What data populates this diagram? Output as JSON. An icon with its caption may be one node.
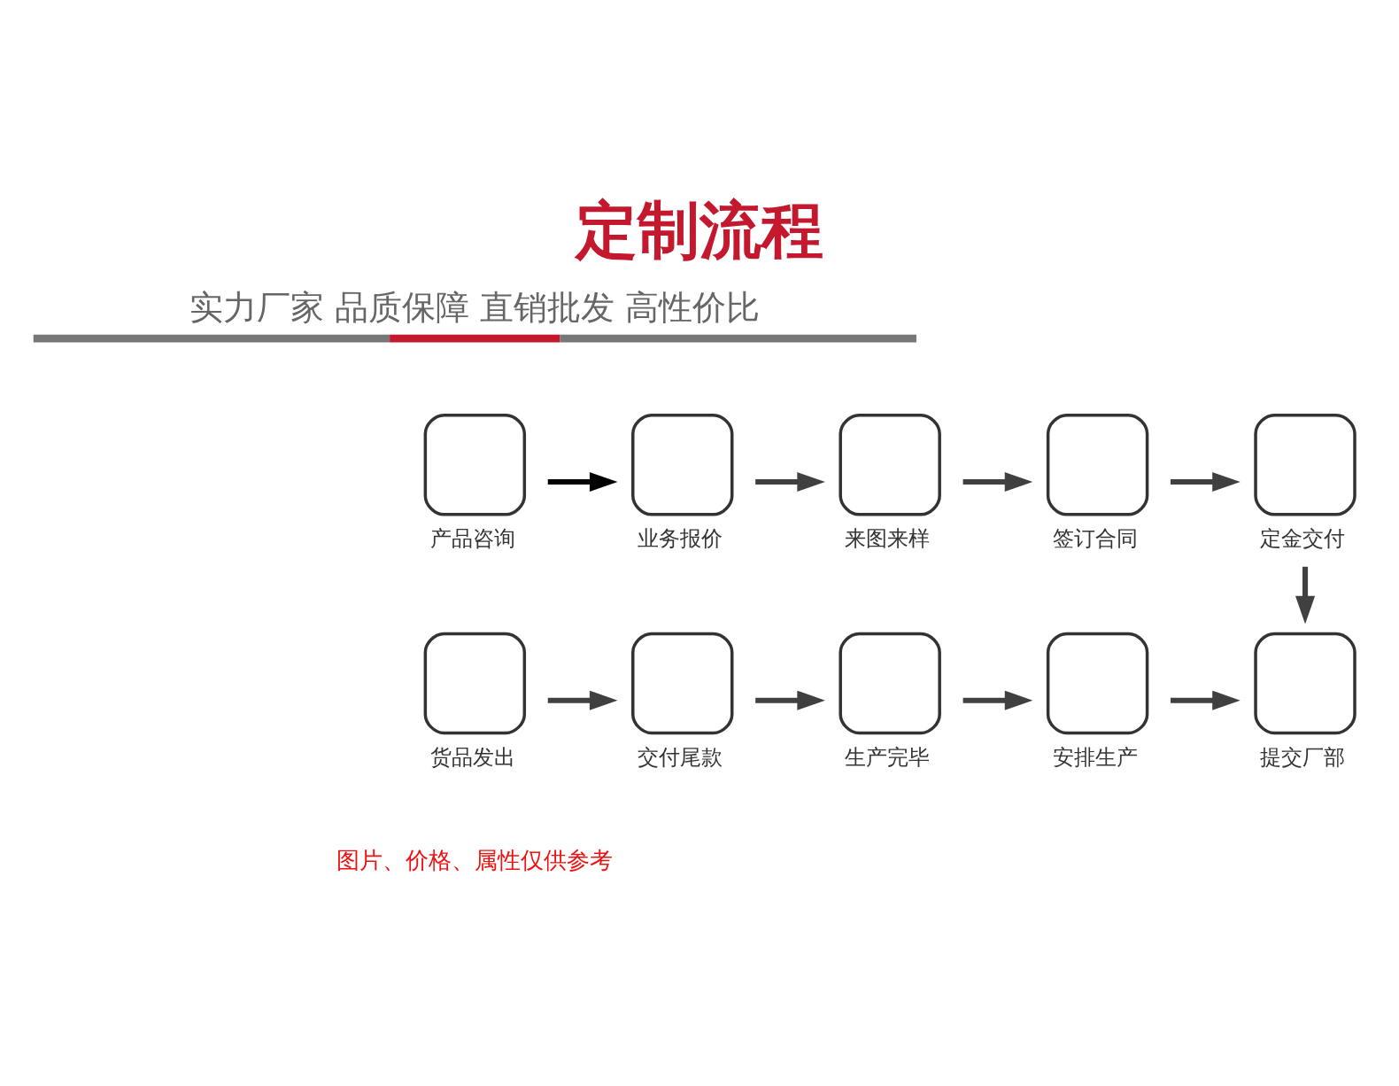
{
  "diagram": {
    "title": "定制流程",
    "nodes": [
      {
        "text": [
          "产品咨询"
        ]
      },
      {
        "text": [
          "业务报价"
        ]
      },
      {
        "text": [
          "来图来样"
        ]
      },
      {
        "text": [
          "签订合同"
        ]
      },
      {
        "text": [
          "定金交付"
        ]
      },
      {
        "text": [
          "货品发出"
        ]
      },
      {
        "text": [
          "交付尾款"
        ]
      },
      {
        "text": [
          "生产完毕"
        ]
      },
      {
        "text": [
          "安排生产"
        ]
      },
      {
        "text": [
          "提交厂部"
        ]
      }
    ],
    "edges": [
      {
        "from": 0,
        "to": 1,
        "arrow": "to",
        "color": "#000000"
      },
      {
        "from": 1,
        "to": 2,
        "arrow": "to"
      },
      {
        "from": 2,
        "to": 3,
        "arrow": "to"
      },
      {
        "from": 3,
        "to": 4,
        "arrow": "to"
      },
      {
        "from": 4,
        "to": 9,
        "arrow": "to"
      },
      {
        "from": 5,
        "to": 6,
        "arrow": "to"
      },
      {
        "from": 6,
        "to": 7,
        "arrow": "to"
      },
      {
        "from": 7,
        "to": 8,
        "arrow": "to"
      },
      {
        "from": 8,
        "to": 9,
        "arrow": "to"
      }
    ],
    "labels": [
      "实力厂家 品质保障 直销批发 高性价比",
      "图片、价格、属性仅供参考"
    ]
  }
}
